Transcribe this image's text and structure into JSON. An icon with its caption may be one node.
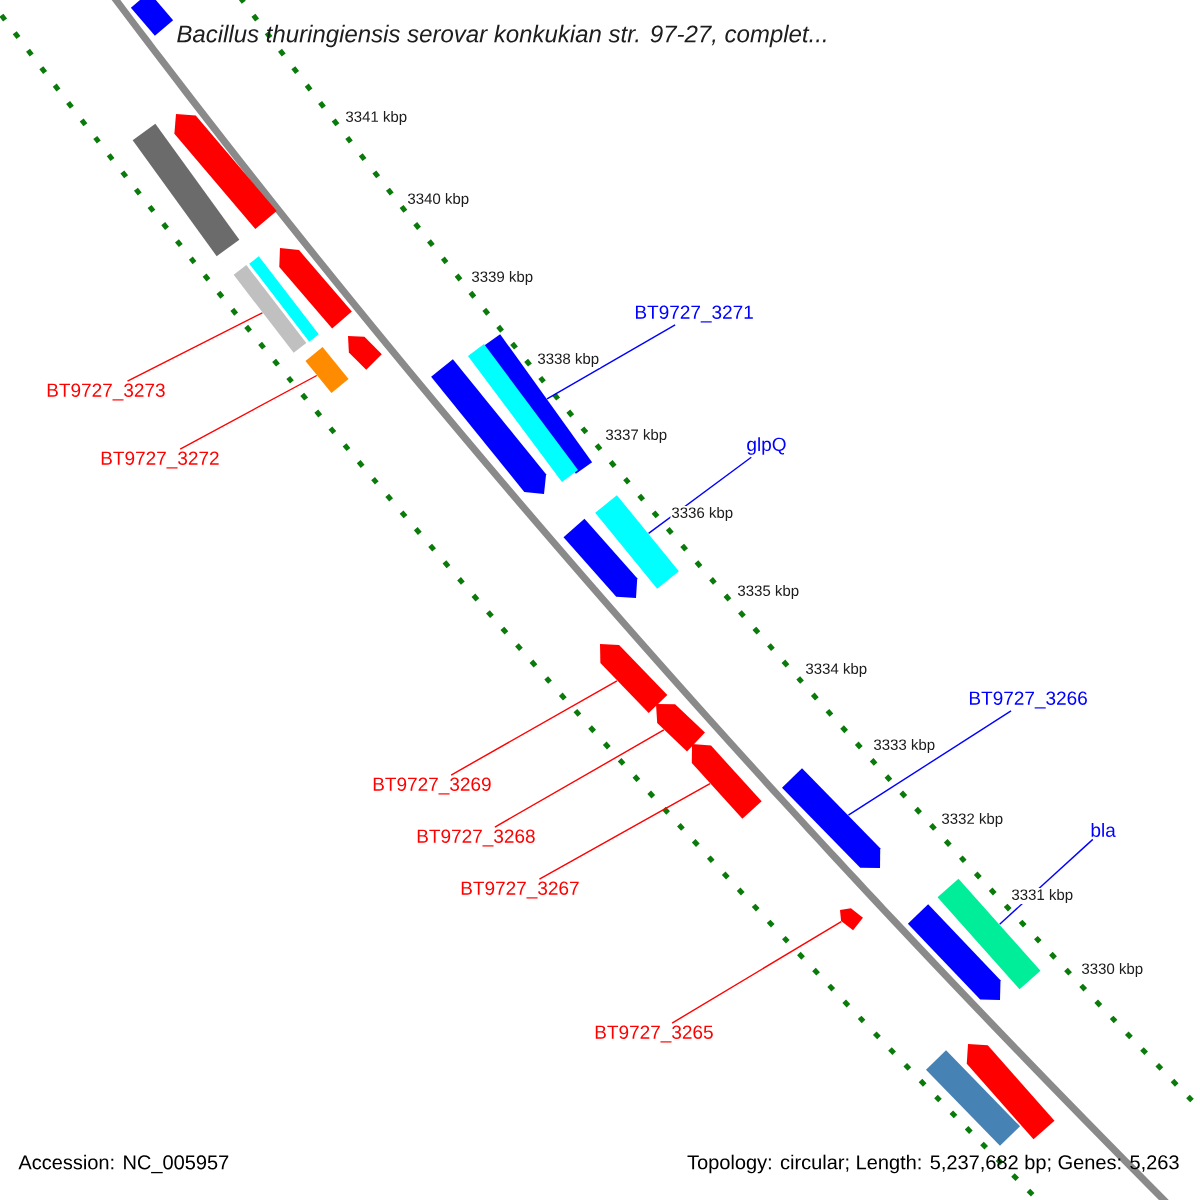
{
  "diagram": {
    "title": "Bacillus thuringiensis serovar konkukian str. 97-27, complet...",
    "nodes": [
      {
        "text": [
          "BT9727_3273"
        ]
      },
      {
        "text": [
          "BT9727_3272"
        ]
      },
      {
        "text": [
          "BT9727_3271"
        ]
      },
      {
        "text": [
          "glpQ"
        ]
      },
      {
        "text": [
          "BT9727_3266"
        ]
      },
      {
        "text": [
          "bla"
        ]
      },
      {
        "text": [
          "BT9727_3269"
        ]
      },
      {
        "text": [
          "BT9727_3268"
        ]
      },
      {
        "text": [
          "BT9727_3267"
        ]
      },
      {
        "text": [
          "BT9727_3265"
        ]
      },
      {
        "text": [],
        "shape": "bar"
      },
      {
        "text": [],
        "shape": "bar"
      },
      {
        "text": [],
        "shape": "arrow"
      },
      {
        "text": [],
        "shape": "bar"
      },
      {
        "text": [],
        "shape": "bar"
      },
      {
        "text": [],
        "shape": "arrow"
      },
      {
        "text": [],
        "shape": "arrow"
      },
      {
        "text": [],
        "shape": "bar"
      },
      {
        "text": [],
        "shape": "bar"
      },
      {
        "text": [],
        "shape": "bar"
      },
      {
        "text": [],
        "shape": "arrow"
      },
      {
        "text": [],
        "shape": "arrow"
      },
      {
        "text": [],
        "shape": "bar"
      },
      {
        "text": [],
        "shape": "arrow"
      },
      {
        "text": [],
        "shape": "arrow"
      },
      {
        "text": [],
        "shape": "arrow"
      },
      {
        "text": [],
        "shape": "arrow"
      },
      {
        "text": [],
        "shape": "arrow"
      },
      {
        "text": [],
        "shape": "bar"
      },
      {
        "text": [],
        "shape": "arrow"
      },
      {
        "text": [],
        "shape": "bar"
      },
      {
        "text": [],
        "shape": "arrow"
      }
    ],
    "edges": [
      {
        "from": 0,
        "to": 13,
        "arrow": "none",
        "color": "#ff0000"
      },
      {
        "from": 1,
        "to": 17,
        "arrow": "none",
        "color": "#ff0000"
      },
      {
        "from": 2,
        "to": 18,
        "arrow": "none",
        "color": "#0000ff"
      },
      {
        "from": 3,
        "to": 22,
        "arrow": "none",
        "color": "#0000ff"
      },
      {
        "from": 4,
        "to": 26,
        "arrow": "none",
        "color": "#0000ff"
      },
      {
        "from": 5,
        "to": 28,
        "arrow": "none",
        "color": "#0000ff"
      },
      {
        "from": 6,
        "to": 23,
        "arrow": "none",
        "color": "#ff0000"
      },
      {
        "from": 7,
        "to": 24,
        "arrow": "none",
        "color": "#ff0000"
      },
      {
        "from": 8,
        "to": 25,
        "arrow": "none",
        "color": "#ff0000"
      },
      {
        "from": 9,
        "to": 27,
        "arrow": "none",
        "color": "#ff0000"
      }
    ],
    "labels": [
      "3341 kbp",
      "3340 kbp",
      "3339 kbp",
      "3338 kbp",
      "3337 kbp",
      "3336 kbp",
      "3335 kbp",
      "3334 kbp",
      "3333 kbp",
      "3332 kbp",
      "3331 kbp",
      "3330 kbp",
      "Accession: NC_005957",
      "Topology: circular; Length: 5,237,682 bp; Genes: 5,263"
    ]
  }
}
